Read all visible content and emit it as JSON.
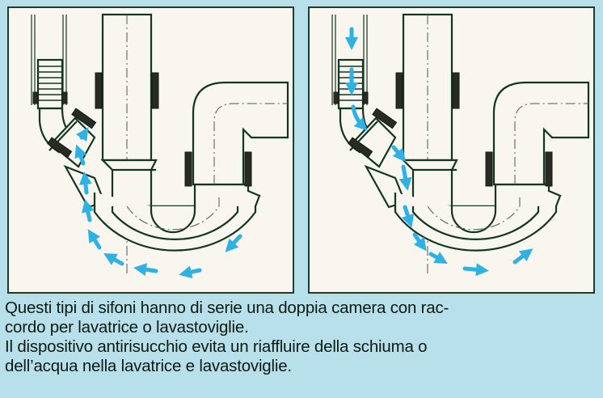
{
  "figure": {
    "background_color": "#b7e0ea",
    "panel_color": "#f8f6ef",
    "line_color": "#123524",
    "flow_arrow_color": "#2fb2e3",
    "panels": [
      {
        "id": "left",
        "description": "Sifone a doppia camera: flusso di ritorno dal sifone verso il raccordo (bloccato dal dispositivo antirisucchio)",
        "flow_direction": "return-up-toward-inlet",
        "arrow_count": 9
      },
      {
        "id": "right",
        "description": "Sifone a doppia camera: scarico della lavatrice/lavastoviglie dal raccordo verso il sifone",
        "flow_direction": "down-from-inlet-through-trap",
        "arrow_count": 10
      }
    ]
  },
  "caption": {
    "paragraph1": "Questi tipi di sifoni hanno di serie una doppia camera con rac-cordo per lavatrice o lavastoviglie.",
    "paragraph1_line1": "Questi tipi di sifoni hanno di serie una doppia camera con rac-",
    "paragraph1_line2": "cordo per lavatrice o lavastoviglie.",
    "paragraph2_line1": "Il dispositivo antirisucchio evita un riaffluire della schiuma o",
    "paragraph2_line2": "dell’acqua nella lavatrice e lavastoviglie."
  }
}
